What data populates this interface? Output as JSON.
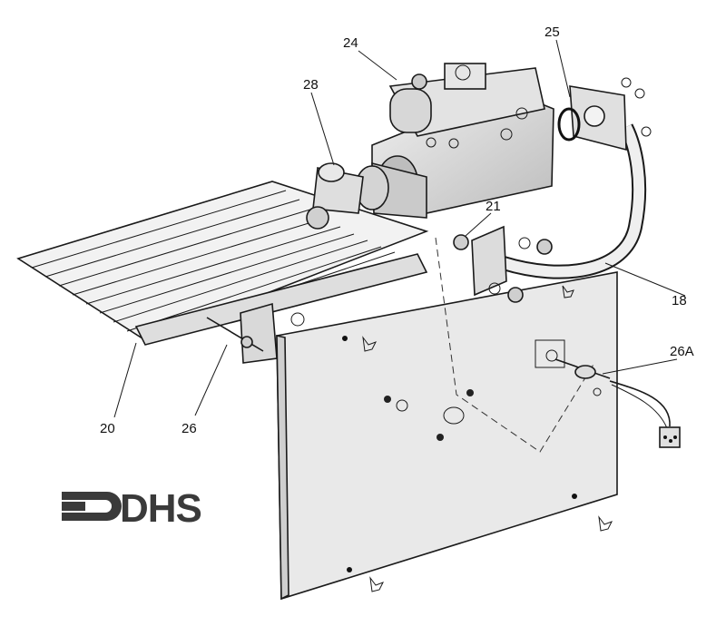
{
  "logo": {
    "text": "DHS"
  },
  "callouts": [
    {
      "id": "24",
      "label": "24"
    },
    {
      "id": "25",
      "label": "25"
    },
    {
      "id": "28",
      "label": "28"
    },
    {
      "id": "21",
      "label": "21"
    },
    {
      "id": "18",
      "label": "18"
    },
    {
      "id": "26A",
      "label": "26A"
    },
    {
      "id": "20",
      "label": "20"
    },
    {
      "id": "26",
      "label": "26"
    }
  ],
  "colors": {
    "line": "#1a1a1a",
    "panel": "#e6e6e6",
    "part": "#d4d4d4",
    "logo": "#3a3a3a"
  }
}
